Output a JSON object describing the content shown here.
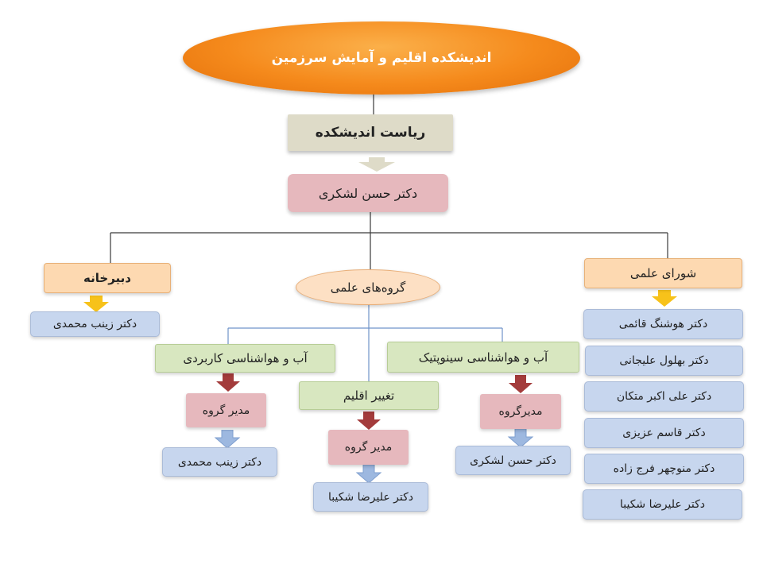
{
  "title": "اندیشکده اقلیم و آمایش سرزمین",
  "presidency": "ریاست  اندیشکده",
  "head": "دکتر حسن لشکری",
  "secretariat": {
    "label": "دبیرخانه",
    "member": "دکتر زینب محمدی"
  },
  "council": {
    "label": "شورای علمی",
    "members": [
      "دکتر هوشنگ قائمی",
      "دکتر بهلول علیجانی",
      "دکتر علی اکبر متکان",
      "دکتر قاسم عزیزی",
      "دکتر منوچهر فرج زاده",
      "دکتر علیرضا شکیبا"
    ]
  },
  "groups": {
    "label": "گروه‌های علمی",
    "applied": {
      "name": "آب و هواشناسی کاربردی",
      "role": "مدیر گروه",
      "manager": "دکتر زینب محمدی"
    },
    "change": {
      "name": "تغییر اقلیم",
      "role": "مدیر گروه",
      "manager": "دکتر علیرضا شکیبا"
    },
    "synoptic": {
      "name": "آب و هواشناسی سینوپتیک",
      "role": "مدیرگروه",
      "manager": "دکتر حسن لشکری"
    }
  },
  "colors": {
    "title_fill": "#f58a1c",
    "presidency_fill": "#dedbc8",
    "head_fill": "#e6b8bd",
    "orange_box_fill": "#fdd9b1",
    "group_fill": "#d8e7c0",
    "member_fill": "#c7d6ee",
    "arrow_yellow": "#f7c21a",
    "arrow_darkred": "#a33b3b",
    "arrow_blue": "#9db8e0",
    "connector": "#3a3a3a",
    "connector_blue": "#6f93c9"
  }
}
